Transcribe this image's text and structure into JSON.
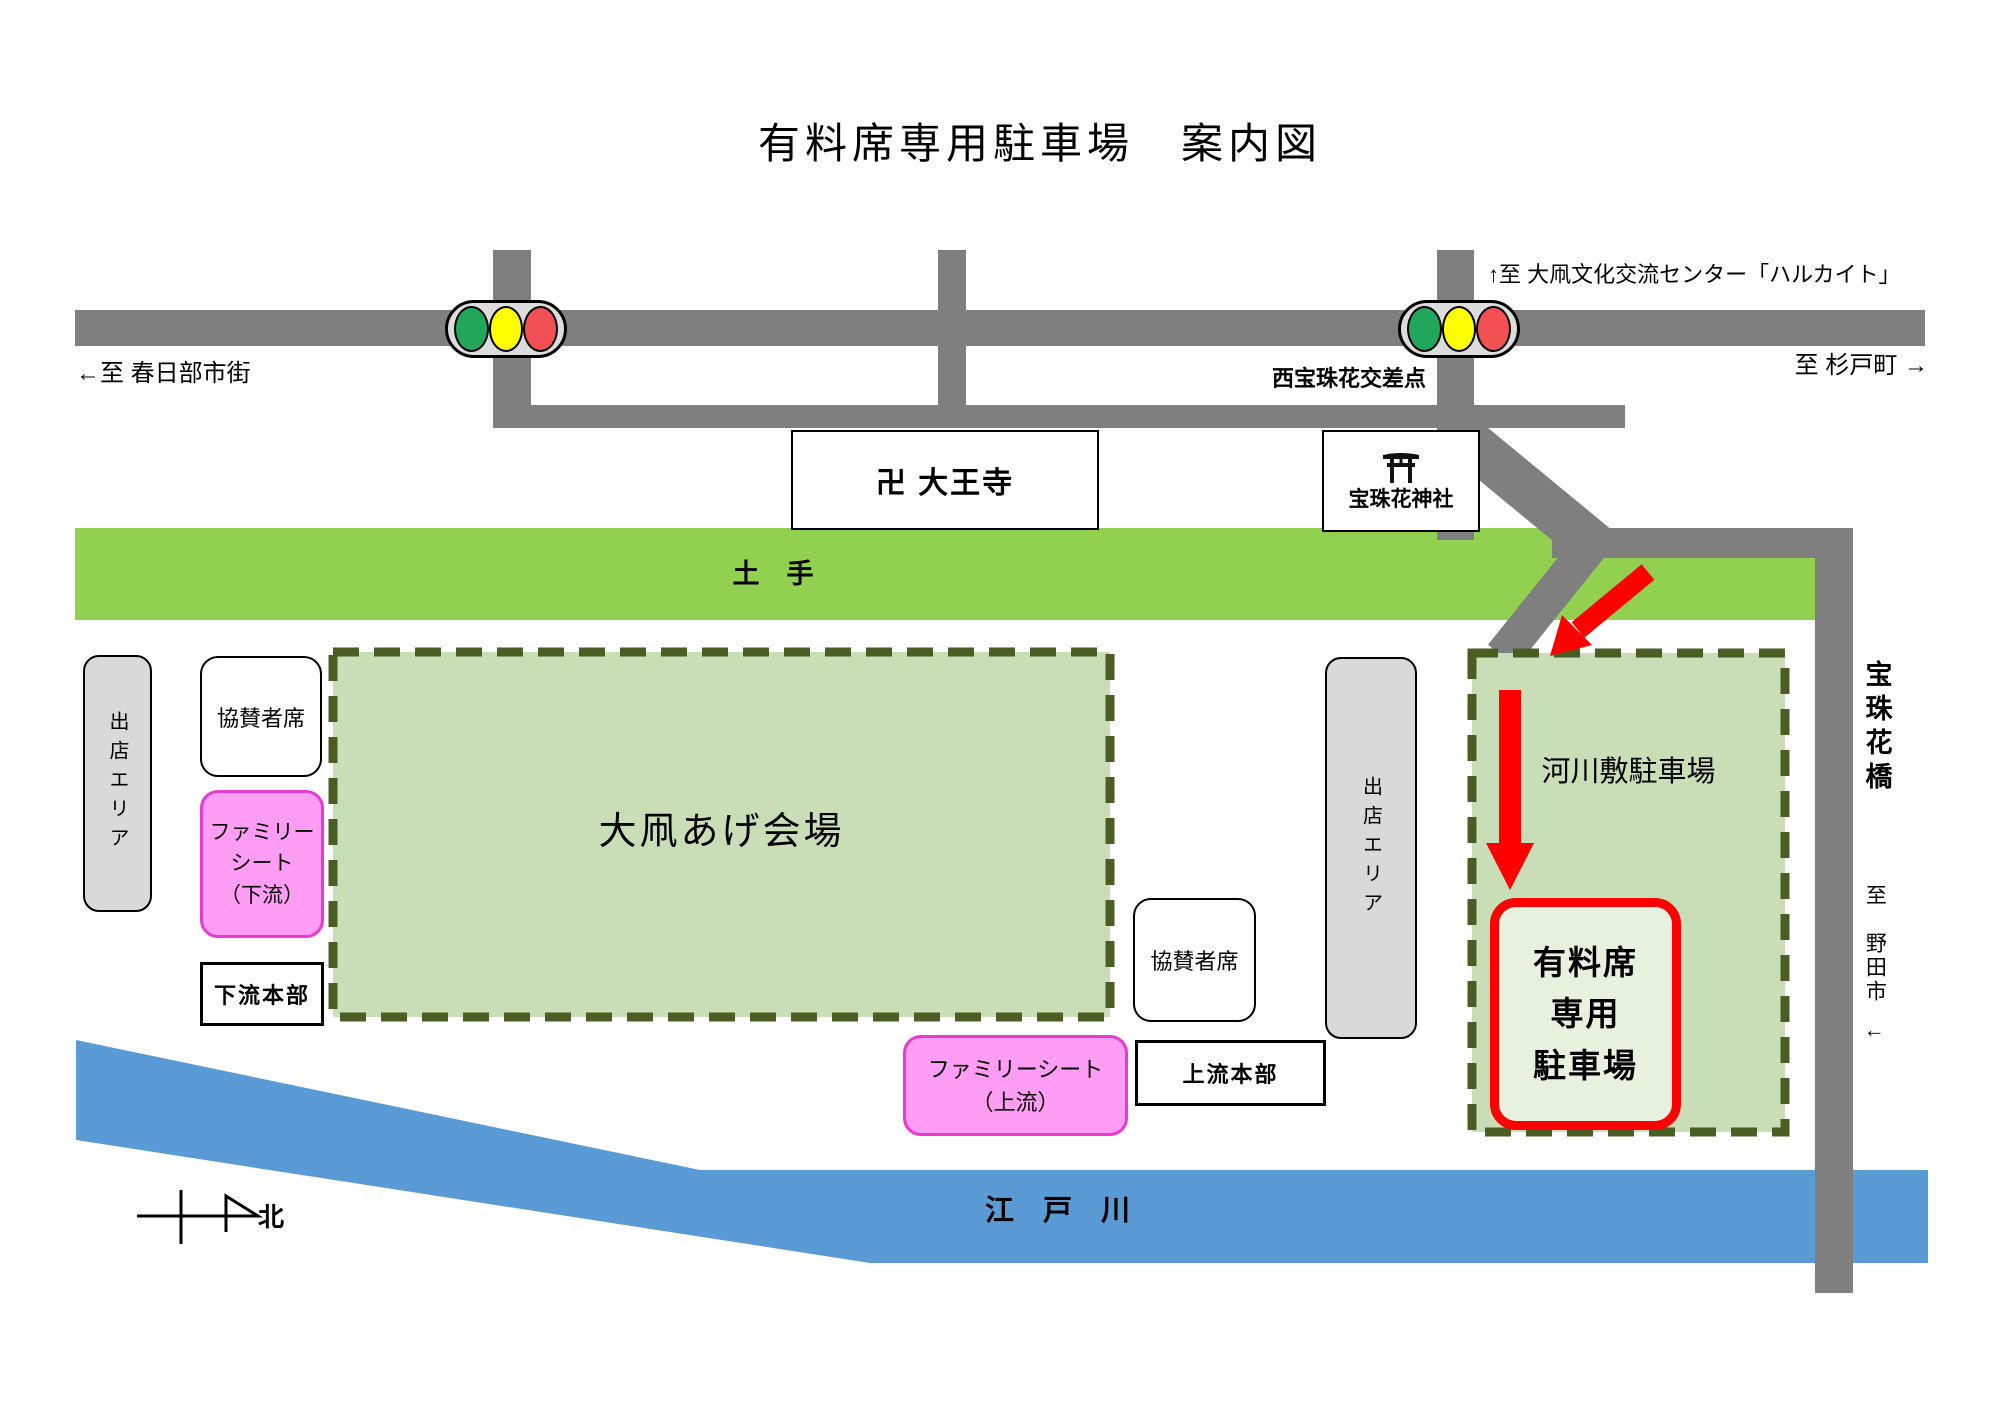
{
  "title": "有料席専用駐車場　案内図",
  "roads": {
    "north_note": "↑至 大凧文化交流センター「ハルカイト」",
    "west_note": "←至 春日部市街",
    "east_note": "至 杉戸町 →",
    "intersection_label": "西宝珠花交差点",
    "bridge_label": "宝珠花橋",
    "south_note": "至　野田市　↓"
  },
  "landmarks": {
    "temple_label": "卍 大王寺",
    "shrine_label": "宝珠花神社",
    "embankment_label": "土　手",
    "river_label": "江　戸　川",
    "north_label": "北"
  },
  "areas": {
    "vendor_left_label": "出店エリア",
    "vendor_right_label": "出店エリア",
    "sponsor_left_label": "協賛者席",
    "sponsor_right_label": "協賛者席",
    "family_downstream_label": "ファミリー\nシート\n（下流）",
    "family_upstream_label": "ファミリーシート\n（上流）",
    "hq_downstream_label": "下流本部",
    "hq_upstream_label": "上流本部",
    "venue_label": "大凧あげ会場",
    "riverbed_parking_label": "河川敷駐車場",
    "paid_parking_label": "有料席\n専用\n駐車場"
  },
  "colors": {
    "road": "#7f7f7f",
    "embankment_green": "#92d050",
    "river_blue": "#5b9bd5",
    "area_fill": "#c9deb6",
    "area_border": "#4a5d23",
    "paid_fill": "#e7f1de",
    "accent_red": "#ff0000",
    "pink_fill": "#ff9df5",
    "pink_border": "#e83acf",
    "gray_fill": "#d9d9d9",
    "signal_green": "#21a65b",
    "signal_yellow": "#ffff00",
    "signal_red": "#f35053"
  }
}
